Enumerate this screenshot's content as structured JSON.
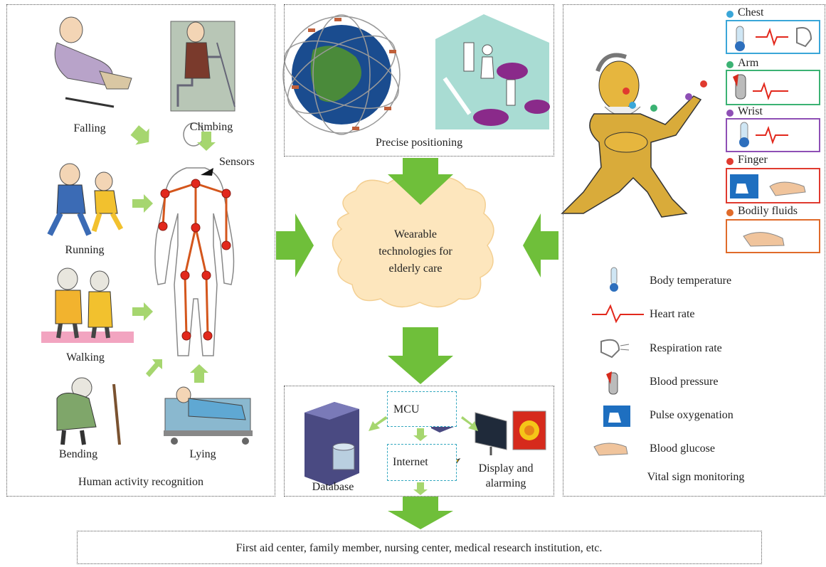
{
  "left_panel": {
    "title": "Human activity recognition",
    "activities": [
      "Falling",
      "Climbing",
      "Running",
      "Walking",
      "Bending",
      "Lying"
    ],
    "sensors_label": "Sensors"
  },
  "center_panel": {
    "positioning_label": "Precise positioning",
    "cloud_text": [
      "Wearable",
      "technologies for",
      "elderly care"
    ],
    "system": {
      "mcu": "MCU",
      "internet": "Internet",
      "database": "Database",
      "display": [
        "Display and",
        "alarming"
      ]
    }
  },
  "right_panel": {
    "title": "Vital sign monitoring",
    "body_sites": [
      {
        "label": "Chest",
        "color": "#3aa6d8"
      },
      {
        "label": "Arm",
        "color": "#3bb273"
      },
      {
        "label": "Wrist",
        "color": "#8e4fb5"
      },
      {
        "label": "Finger",
        "color": "#e03a2f"
      },
      {
        "label": "Bodily fluids",
        "color": "#e06b2a"
      }
    ],
    "legend": [
      "Body temperature",
      "Heart rate",
      "Respiration rate",
      "Blood pressure",
      "Pulse oxygenation",
      "Blood glucose"
    ]
  },
  "bottom": {
    "text": "First aid center, family member, nursing center, medical research institution, etc."
  },
  "colors": {
    "arrow": "#6fbf3a",
    "arrow_light": "#a6d66f",
    "cloud": "#fde6bd",
    "sensor": "#e2281c",
    "skeleton": "#d4561c"
  }
}
